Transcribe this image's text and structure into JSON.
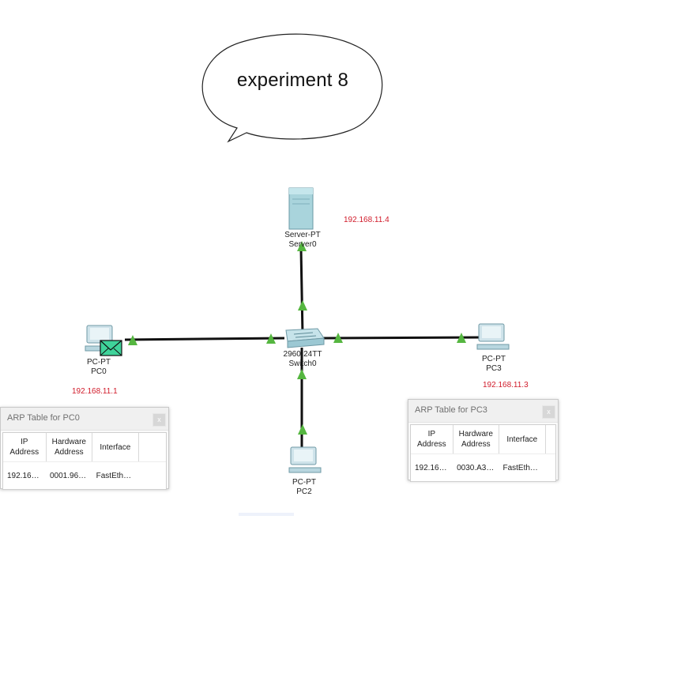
{
  "callout": {
    "text": "experiment 8"
  },
  "devices": {
    "server": {
      "model": "Server-PT",
      "name": "Server0",
      "ip": "192.168.11.4"
    },
    "switch": {
      "model": "2960-24TT",
      "name": "Switch0"
    },
    "pc0": {
      "model": "PC-PT",
      "name": "PC0",
      "ip": "192.168.11.1"
    },
    "pc2": {
      "model": "PC-PT",
      "name": "PC2"
    },
    "pc3": {
      "model": "PC-PT",
      "name": "PC3",
      "ip": "192.168.11.3"
    }
  },
  "arp_pc0": {
    "title": "ARP Table for PC0",
    "close": "x",
    "headers": [
      "IP\nAddress",
      "Hardware\nAddress",
      "Interface"
    ],
    "row": [
      "192.16…",
      "0001.96…",
      "FastEth…"
    ]
  },
  "arp_pc3": {
    "title": "ARP Table for PC3",
    "close": "x",
    "headers": [
      "IP\nAddress",
      "Hardware\nAddress",
      "Interface"
    ],
    "row": [
      "192.16…",
      "0030.A3…",
      "FastEth…"
    ]
  },
  "colors": {
    "link": "#111111",
    "link_up": "#55b640",
    "ip_note": "#d11b2a",
    "pdu": "#3fd39a"
  },
  "icons": [
    "server-icon",
    "switch-icon",
    "pc-icon",
    "envelope-icon",
    "close-icon"
  ]
}
